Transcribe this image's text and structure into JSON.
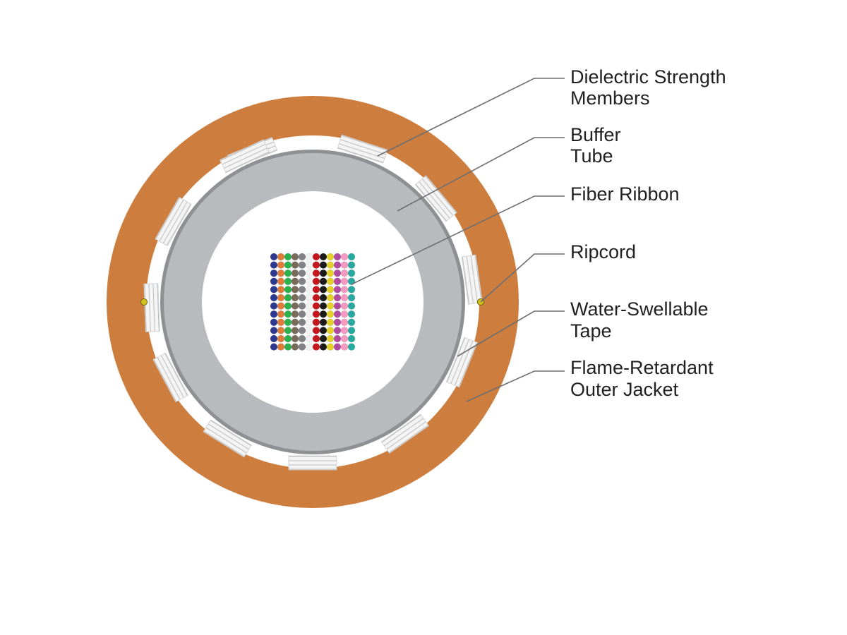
{
  "labels": {
    "strength_members": [
      "Dielectric Strength",
      "Members"
    ],
    "buffer_tube": [
      "Buffer",
      "Tube"
    ],
    "fiber_ribbon": [
      "Fiber Ribbon"
    ],
    "ripcord": [
      "Ripcord"
    ],
    "water_tape": [
      "Water-Swellable",
      "Tape"
    ],
    "outer_jacket": [
      "Flame-Retardant",
      "Outer Jacket"
    ]
  },
  "colors": {
    "jacket": "#cd7e3f",
    "jacket_dark": "#b86a2e",
    "buffer_tube": "#b9babd",
    "buffer_edge": "#8f9094",
    "tape": "#ffffff",
    "strength_member": "#e6e6e6",
    "ripcord": "#d4c21a",
    "leader": "#6d6e71",
    "text": "#231f20"
  },
  "fiber_ribbon": {
    "rows": 12,
    "fiber_colors": [
      "#2b3990",
      "#e07b39",
      "#2bb24c",
      "#7a6a5a",
      "#808285",
      "#f2f2f2",
      "#c4161c",
      "#1a1a1a",
      "#e2d12a",
      "#b04aa0",
      "#f49ac1",
      "#27a9a0"
    ]
  }
}
